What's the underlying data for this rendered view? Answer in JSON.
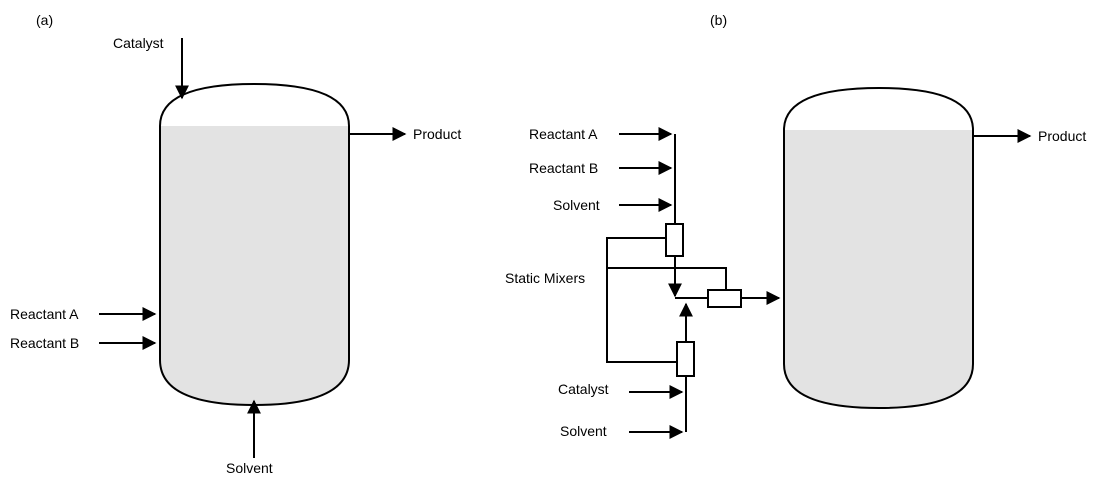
{
  "panel_a": {
    "label": "(a)",
    "catalyst": "Catalyst",
    "product": "Product",
    "reactant_a": "Reactant A",
    "reactant_b": "Reactant B",
    "solvent": "Solvent"
  },
  "panel_b": {
    "label": "(b)",
    "reactant_a": "Reactant A",
    "reactant_b": "Reactant B",
    "solvent_top": "Solvent",
    "static_mixers": "Static Mixers",
    "catalyst": "Catalyst",
    "solvent_bottom": "Solvent",
    "product": "Product"
  },
  "colors": {
    "liquid": "#e3e3e3",
    "line": "#000000"
  }
}
